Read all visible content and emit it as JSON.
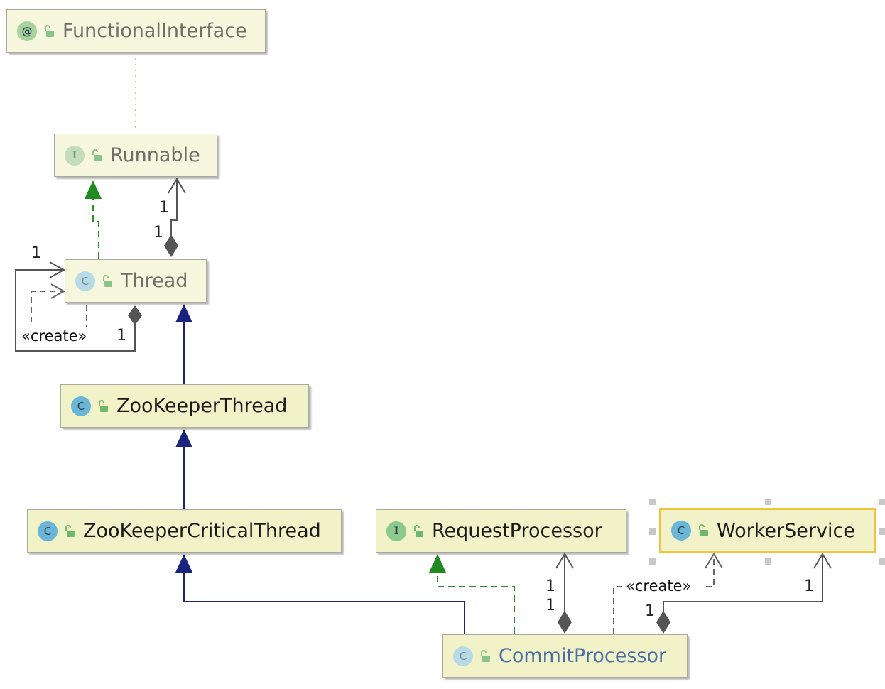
{
  "nodes": {
    "functional_interface": {
      "label": "FunctionalInterface",
      "kind": "@"
    },
    "runnable": {
      "label": "Runnable",
      "kind": "I"
    },
    "thread": {
      "label": "Thread",
      "kind": "C"
    },
    "zookeeper_thread": {
      "label": "ZooKeeperThread",
      "kind": "C"
    },
    "zookeeper_critical_thread": {
      "label": "ZooKeeperCriticalThread",
      "kind": "C"
    },
    "request_processor": {
      "label": "RequestProcessor",
      "kind": "I"
    },
    "worker_service": {
      "label": "WorkerService",
      "kind": "C"
    },
    "commit_processor": {
      "label": "CommitProcessor",
      "kind": "C"
    }
  },
  "edge_labels": {
    "runnable_mult_top": "1",
    "runnable_mult_bottom": "1",
    "thread_self_mult_left": "1",
    "thread_self_mult_right": "1",
    "thread_create": "«create»",
    "request_processor_mult_top": "1",
    "request_processor_mult_bottom": "1",
    "worker_service_create": "«create»",
    "worker_service_mult_right": "1",
    "worker_service_mult_left": "1"
  },
  "colors": {
    "class_fill": "#f1f2c8",
    "generalization": "#1a237e",
    "realization": "#2e8b2e",
    "association": "#555555",
    "selection": "#f2c33e"
  }
}
